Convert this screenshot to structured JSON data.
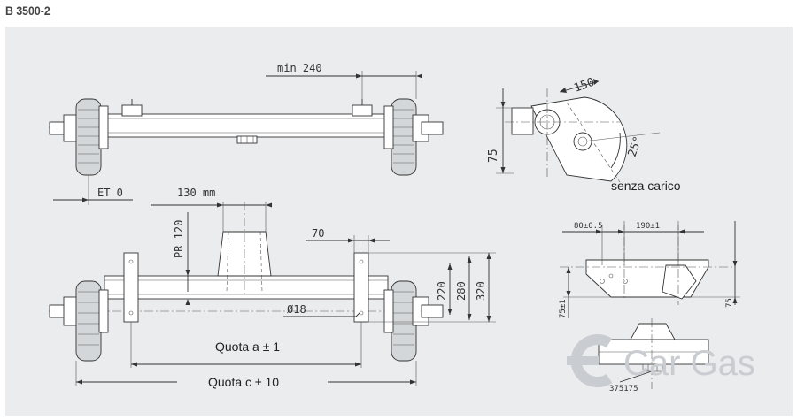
{
  "header": {
    "model_code": "B 3500-2"
  },
  "top_view": {
    "dim_min_length": "min 240",
    "dim_et": "ET 0"
  },
  "bottom_view": {
    "dim_width": "130 mm",
    "dim_pr": "PR 120",
    "dim_offset": "70",
    "dim_h1": "220",
    "dim_h2": "280",
    "dim_h3": "320",
    "dim_hole": "Ø18",
    "label_quota_a": "Quota a ± 1",
    "label_quota_c": "Quota c ± 10"
  },
  "side_view": {
    "dim_arc": "150",
    "dim_height": "75",
    "dim_angle": "25°",
    "caption": "senza carico"
  },
  "bracket_view": {
    "dim_left": "80±0.5",
    "dim_right": "190±1",
    "dim_left_height": "75±1",
    "dim_right_height": "75",
    "dim_bottom": "375175"
  },
  "watermark": {
    "logo_text": "Car Gas"
  },
  "colors": {
    "panel_bg": "#eaecee",
    "line": "#333333",
    "watermark": "#c9ccd0"
  }
}
